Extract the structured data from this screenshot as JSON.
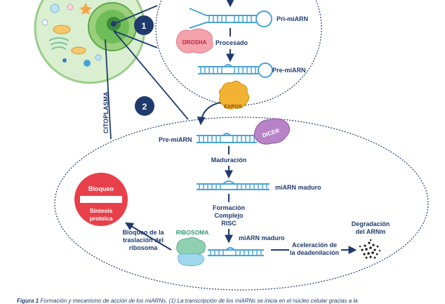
{
  "labels": {
    "pri_miarn": "Pri-miARN",
    "drosha": "DROSHA",
    "procesado": "Procesado",
    "pre_miarn_top": "Pre-miARN",
    "expos": "EXPOS",
    "pre_miarn_left": "Pre-miARN",
    "dicer": "DICER",
    "maduracion": "Maduración",
    "miarn_maduro_1": "miARN maduro",
    "formacion_1": "Formación",
    "formacion_2": "Complejo",
    "formacion_3": "RISC",
    "miarn_maduro_2": "miARN maduro",
    "degradacion_1": "Degradación",
    "degradacion_2": "del ARNm",
    "aceleracion_1": "Aceleración de",
    "aceleracion_2": "la deadenilación",
    "ribosoma": "RIBOSOMA",
    "bloqueo_traslacion_1": "Bloqueo de la",
    "bloqueo_traslacion_2": "traslación del",
    "bloqueo_traslacion_3": "ribosoma",
    "citoplasma": "CITOPLASMA",
    "step_1": "1",
    "step_2": "2"
  },
  "stop_sign": {
    "title": "Bloqueo",
    "sub_1": "Síntesis",
    "sub_2": "proteica"
  },
  "caption": {
    "prefix": "Figura 1",
    "text": "Formación y mecanismo de acción de los miARNs. (1) La transcripción de los miARNs se inicia en el núcleo celular gracias a la"
  },
  "colors": {
    "navy": "#1f3b6e",
    "hairpin": "#4aa3d8",
    "drosha": "#f4a3ad",
    "expos": "#f2b233",
    "dicer": "#b783c6",
    "ribosome_green": "#8fd0b3",
    "ribosome_blue": "#9fd8ec",
    "stop_red": "#e8404a",
    "cell_green": "#d9efcf"
  }
}
